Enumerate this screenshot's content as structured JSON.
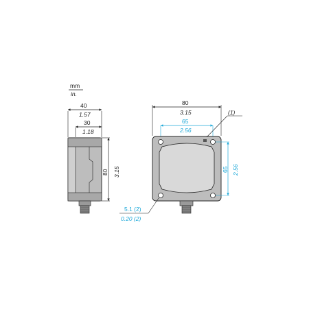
{
  "units": {
    "primary": "mm",
    "secondary": "in."
  },
  "side_view": {
    "overall_width": {
      "mm": "40",
      "in": "1.57"
    },
    "inner_width": {
      "mm": "30",
      "in": "1.18"
    },
    "height": {
      "mm": "80",
      "in": "3.15"
    }
  },
  "front_view": {
    "overall_width": {
      "mm": "80",
      "in": "3.15"
    },
    "hole_spacing_h": {
      "mm": "65",
      "in": "2.56"
    },
    "hole_spacing_v": {
      "mm": "65",
      "in": "2.56"
    },
    "note_ref": "(1)",
    "hole_diameter": {
      "mm": "5.1 (2)",
      "in": "0.20 (2)"
    }
  },
  "colors": {
    "line": "#222222",
    "dimension_accent": "#1aa7d8",
    "body_fill": "#bdbdbd",
    "face_fill": "#d9d9d9",
    "connector_fill": "#9a9a9a"
  }
}
